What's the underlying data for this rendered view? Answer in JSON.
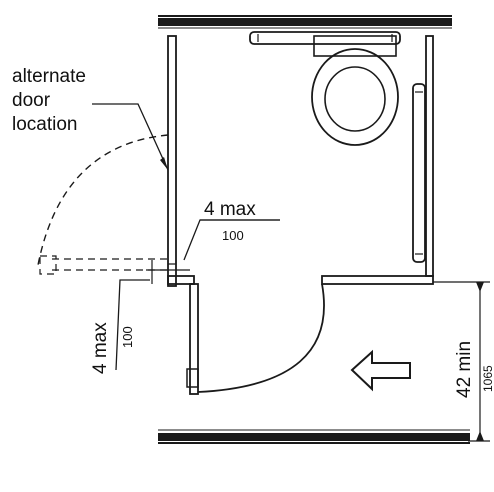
{
  "labels": {
    "alternate_door_1": "alternate",
    "alternate_door_2": "door",
    "alternate_door_3": "location",
    "side_max": "4 max",
    "side_max_mm": "100",
    "front_max": "4 max",
    "front_max_mm": "100",
    "depth_min": "42 min",
    "depth_min_mm": "1065"
  },
  "colors": {
    "line": "#1a1a1a",
    "hatch": "#1a1a1a",
    "background": "#ffffff"
  },
  "icons": {
    "arrow": "left-arrow-icon",
    "toilet": "toilet-icon",
    "grab_bar": "grab-bar-icon"
  }
}
